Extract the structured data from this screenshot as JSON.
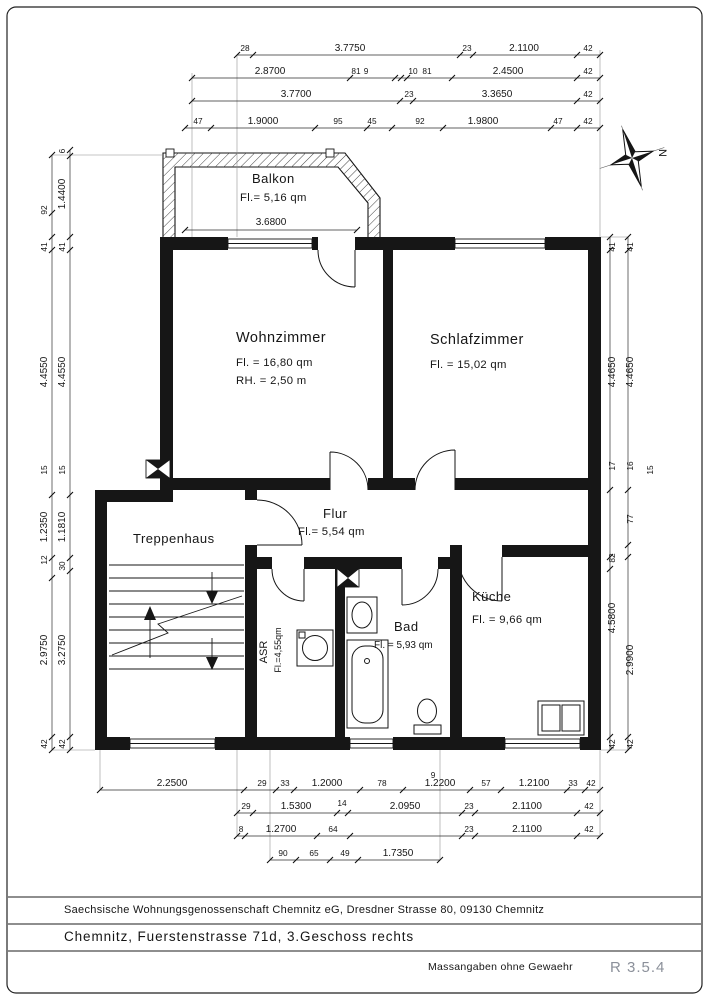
{
  "compass": {
    "label": "N"
  },
  "rooms": {
    "balkon": {
      "name": "Balkon",
      "area": "Fl.= 5,16 qm"
    },
    "wohnzimmer": {
      "name": "Wohnzimmer",
      "area": "Fl. = 16,80 qm",
      "rh": "RH. = 2,50 m"
    },
    "schlafzimmer": {
      "name": "Schlafzimmer",
      "area": "Fl. = 15,02 qm"
    },
    "flur": {
      "name": "Flur",
      "area": "Fl.= 5,54 qm"
    },
    "treppenhaus": {
      "name": "Treppenhaus"
    },
    "kueche": {
      "name": "Küche",
      "area": "Fl. = 9,66 qm"
    },
    "bad": {
      "name": "Bad",
      "area": "Fl. = 5,93 qm"
    },
    "asr": {
      "name": "ASR",
      "area": "Fl.=4,55qm"
    }
  },
  "dims": {
    "top": [
      [
        "28",
        "3.7750",
        "23",
        "2.1100",
        "42"
      ],
      [
        "2.8700",
        "81",
        "9",
        "10",
        "81",
        "2.4500",
        "42"
      ],
      [
        "3.7700",
        "23",
        "3.3650",
        "42"
      ],
      [
        "47",
        "1.9000",
        "95",
        "45",
        "92",
        "1.9800",
        "47",
        "42"
      ]
    ],
    "left_outer": [
      "92",
      "41",
      "4.4550",
      "15",
      "1.2350",
      "12",
      "2.9750",
      "42"
    ],
    "left_inner": [
      "6",
      "1.4400",
      "41",
      "4.4550",
      "15",
      "1.1810",
      "30",
      "3.2750",
      "42"
    ],
    "right_inner": [
      "41",
      "4.4650",
      "17",
      "82",
      "4.5800",
      "42"
    ],
    "right_outer": [
      "41",
      "4.4650",
      "16",
      "77",
      "2.9900",
      "42"
    ],
    "right_extra": "15",
    "bottom": [
      [
        "2.2500",
        "29",
        "33",
        "1.2000",
        "78",
        "9",
        "1.2200",
        "57",
        "1.2100",
        "33",
        "42"
      ],
      [
        "29",
        "1.5300",
        "14",
        "2.0950",
        "23",
        "2.1100",
        "42"
      ],
      [
        "8",
        "1.2700",
        "64",
        "23",
        "2.1100",
        "42"
      ],
      [
        "90",
        "65",
        "49",
        "1.7350"
      ]
    ],
    "balkon_width": "3.6800"
  },
  "title_block": {
    "line1": "Saechsische Wohnungsgenossenschaft Chemnitz eG, Dresdner Strasse 80,  09130 Chemnitz",
    "line2": "Chemnitz, Fuerstenstrasse 71d,  3.Geschoss rechts",
    "disclaimer": "Massangaben ohne Gewaehr",
    "drawing_ref": "R 3.5.4"
  }
}
